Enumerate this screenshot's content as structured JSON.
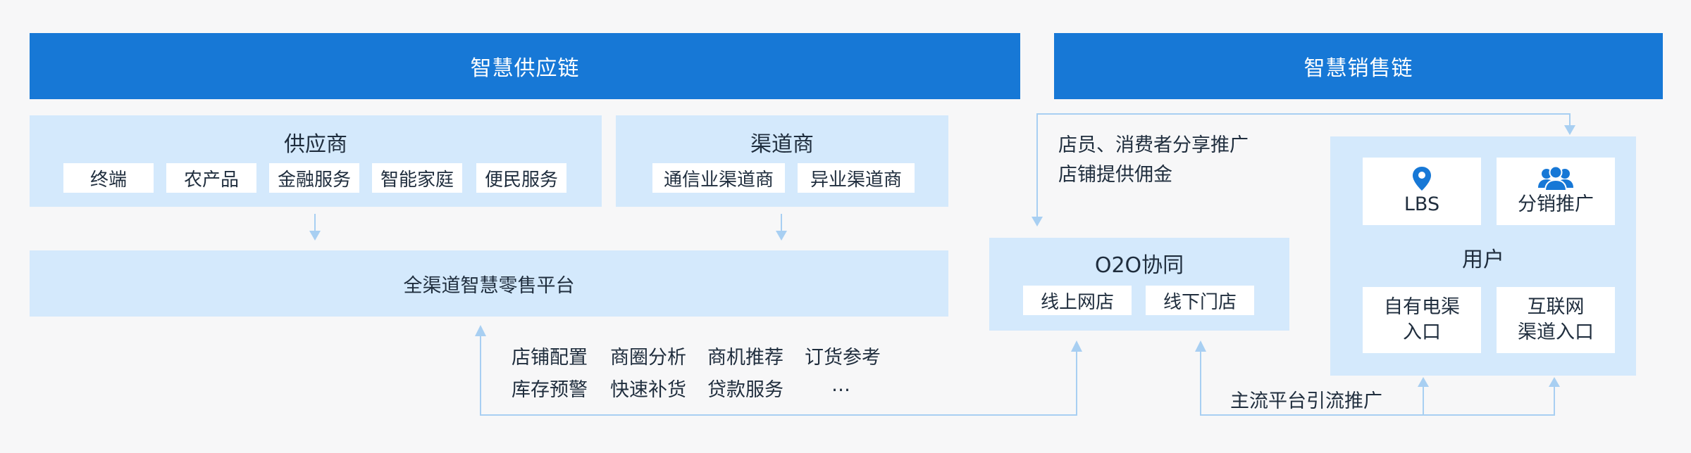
{
  "headers": {
    "supply_chain": "智慧供应链",
    "sales_chain": "智慧销售链"
  },
  "supplier": {
    "title": "供应商",
    "items": [
      "终端",
      "农产品",
      "金融服务",
      "智能家庭",
      "便民服务"
    ]
  },
  "channel": {
    "title": "渠道商",
    "items": [
      "通信业渠道商",
      "异业渠道商"
    ]
  },
  "platform": {
    "title": "全渠道智慧零售平台"
  },
  "services": {
    "row1": [
      "店铺配置",
      "商圈分析",
      "商机推荐",
      "订货参考"
    ],
    "row2": [
      "库存预警",
      "快速补货",
      "贷款服务",
      "…"
    ]
  },
  "o2o": {
    "title": "O2O协同",
    "items": [
      "线上网店",
      "线下门店"
    ]
  },
  "share": {
    "line1": "店员、消费者分享推广",
    "line2": "店铺提供佣金"
  },
  "users": {
    "title": "用户",
    "lbs_label": "LBS",
    "distribution_label": "分销推广",
    "self_channel_line1": "自有电渠",
    "self_channel_line2": "入口",
    "internet_line1": "互联网",
    "internet_line2": "渠道入口"
  },
  "traffic": {
    "label": "主流平台引流推广"
  },
  "colors": {
    "header": "#1778d6",
    "panel": "#d4e9fc",
    "connector": "#a8cff2",
    "icon": "#1778d6"
  }
}
